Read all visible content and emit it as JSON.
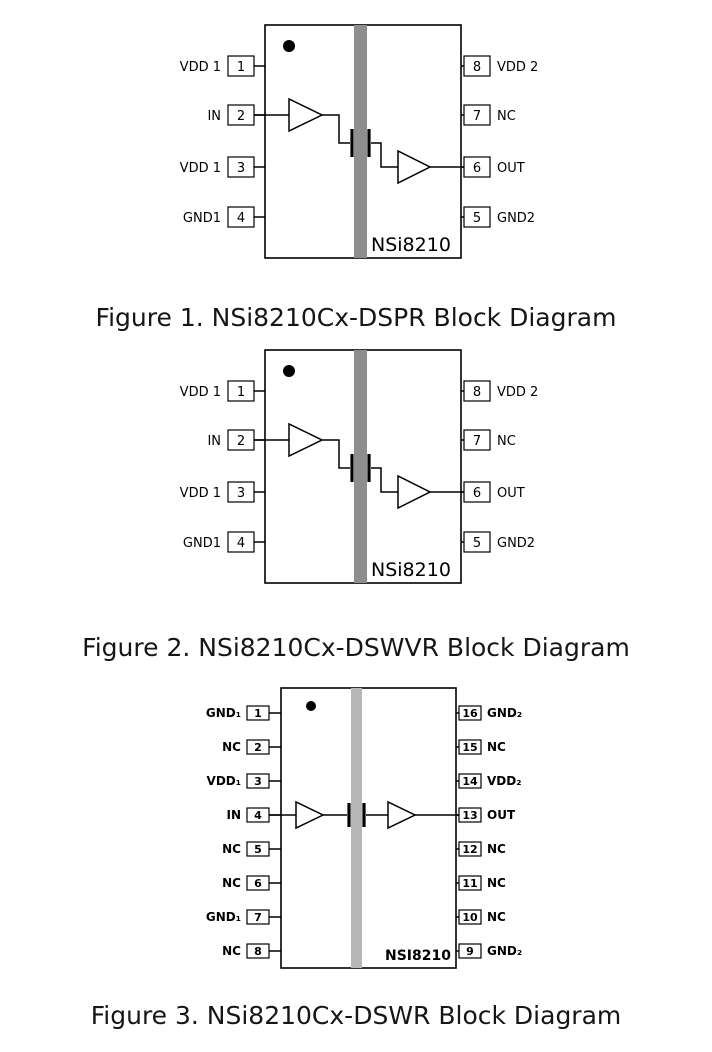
{
  "figures": [
    {
      "chip_label": "NSi8210",
      "caption": "Figure 1. NSi8210Cx-DSPR Block Diagram",
      "left_pins": [
        {
          "num": "1",
          "label": "VDD 1"
        },
        {
          "num": "2",
          "label": "IN"
        },
        {
          "num": "3",
          "label": "VDD 1"
        },
        {
          "num": "4",
          "label": "GND1"
        }
      ],
      "right_pins": [
        {
          "num": "8",
          "label": "VDD 2"
        },
        {
          "num": "7",
          "label": "NC"
        },
        {
          "num": "6",
          "label": "OUT"
        },
        {
          "num": "5",
          "label": "GND2"
        }
      ],
      "colors": {
        "barrier": "#8e8e8e"
      }
    },
    {
      "chip_label": "NSi8210",
      "caption": "Figure 2. NSi8210Cx-DSWVR Block Diagram",
      "left_pins": [
        {
          "num": "1",
          "label": "VDD 1"
        },
        {
          "num": "2",
          "label": "IN"
        },
        {
          "num": "3",
          "label": "VDD 1"
        },
        {
          "num": "4",
          "label": "GND1"
        }
      ],
      "right_pins": [
        {
          "num": "8",
          "label": "VDD 2"
        },
        {
          "num": "7",
          "label": "NC"
        },
        {
          "num": "6",
          "label": "OUT"
        },
        {
          "num": "5",
          "label": "GND2"
        }
      ],
      "colors": {
        "barrier": "#8e8e8e"
      }
    },
    {
      "chip_label": "NSI8210",
      "caption": "Figure 3. NSi8210Cx-DSWR Block Diagram",
      "left_pins": [
        {
          "num": "1",
          "label": "GND₁"
        },
        {
          "num": "2",
          "label": "NC"
        },
        {
          "num": "3",
          "label": "VDD₁"
        },
        {
          "num": "4",
          "label": "IN"
        },
        {
          "num": "5",
          "label": "NC"
        },
        {
          "num": "6",
          "label": "NC"
        },
        {
          "num": "7",
          "label": "GND₁"
        },
        {
          "num": "8",
          "label": "NC"
        }
      ],
      "right_pins": [
        {
          "num": "16",
          "label": "GND₂"
        },
        {
          "num": "15",
          "label": "NC"
        },
        {
          "num": "14",
          "label": "VDD₂"
        },
        {
          "num": "13",
          "label": "OUT"
        },
        {
          "num": "12",
          "label": "NC"
        },
        {
          "num": "11",
          "label": "NC"
        },
        {
          "num": "10",
          "label": "NC"
        },
        {
          "num": "9",
          "label": "GND₂"
        }
      ],
      "colors": {
        "barrier": "#b7b7b7"
      }
    }
  ]
}
